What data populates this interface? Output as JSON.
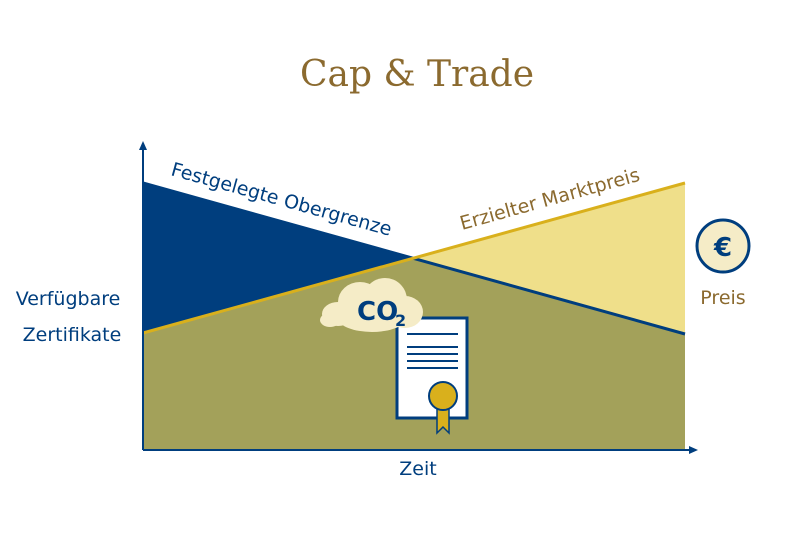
{
  "title": "Cap & Trade",
  "labels": {
    "cap_line": "Festgelegte Obergrenze",
    "price_line": "Erzielter Marktpreis",
    "y_axis_line1": "Verfügbare",
    "y_axis_line2": "Zertifikate",
    "x_axis": "Zeit",
    "price": "Preis",
    "co2": "CO",
    "co2_sub": "2",
    "euro_symbol": "€"
  },
  "colors": {
    "navy": "#003e7e",
    "olive": "#a3a15a",
    "light_yellow": "#efdf8a",
    "gold": "#d9b01c",
    "brown_text": "#8b6a2f",
    "cream": "#f5ecc7"
  }
}
